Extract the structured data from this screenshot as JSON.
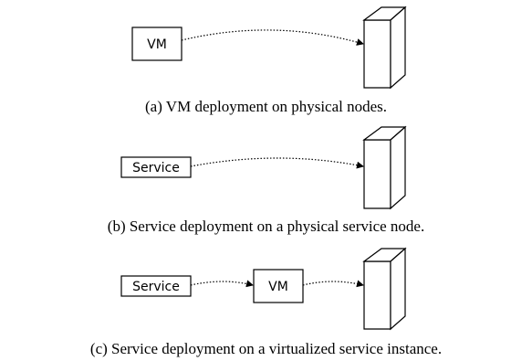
{
  "panels": [
    {
      "id": "a",
      "boxes": [
        "VM"
      ],
      "target": "physical node",
      "caption": "(a) VM deployment on physical nodes."
    },
    {
      "id": "b",
      "boxes": [
        "Service"
      ],
      "target": "physical node",
      "caption": "(b) Service deployment on a physical service node."
    },
    {
      "id": "c",
      "boxes": [
        "Service",
        "VM"
      ],
      "target": "physical node",
      "caption": "(c) Service deployment on a virtualized service instance."
    }
  ]
}
